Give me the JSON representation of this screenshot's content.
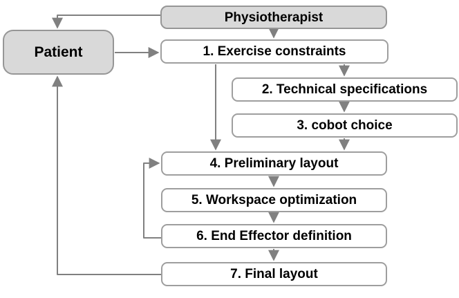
{
  "diagram": {
    "type": "flowchart",
    "nodes": {
      "physiotherapist": {
        "label": "Physiotherapist",
        "shaded": true
      },
      "patient": {
        "label": "Patient",
        "shaded": true
      },
      "step1": {
        "label": "1. Exercise constraints",
        "shaded": false
      },
      "step2": {
        "label": "2. Technical specifications",
        "shaded": false
      },
      "step3": {
        "label": "3. cobot choice",
        "shaded": false
      },
      "step4": {
        "label": "4. Preliminary layout",
        "shaded": false
      },
      "step5": {
        "label": "5. Workspace optimization",
        "shaded": false
      },
      "step6": {
        "label": "6. End Effector definition",
        "shaded": false
      },
      "step7": {
        "label": "7. Final layout",
        "shaded": false
      }
    },
    "edges": [
      {
        "from": "physiotherapist",
        "to": "patient"
      },
      {
        "from": "physiotherapist",
        "to": "step1"
      },
      {
        "from": "patient",
        "to": "step1"
      },
      {
        "from": "step1",
        "to": "step2"
      },
      {
        "from": "step1",
        "to": "step4"
      },
      {
        "from": "step2",
        "to": "step3"
      },
      {
        "from": "step3",
        "to": "step4"
      },
      {
        "from": "step4",
        "to": "step5"
      },
      {
        "from": "step5",
        "to": "step6"
      },
      {
        "from": "step6",
        "to": "step4"
      },
      {
        "from": "step6",
        "to": "step7"
      },
      {
        "from": "step7",
        "to": "patient"
      }
    ],
    "colors": {
      "shaded_node_fill": "#d9d9d9",
      "node_fill": "#ffffff",
      "node_border": "#9e9e9e",
      "arrow": "#808080",
      "text": "#000000",
      "background": "#ffffff"
    }
  }
}
